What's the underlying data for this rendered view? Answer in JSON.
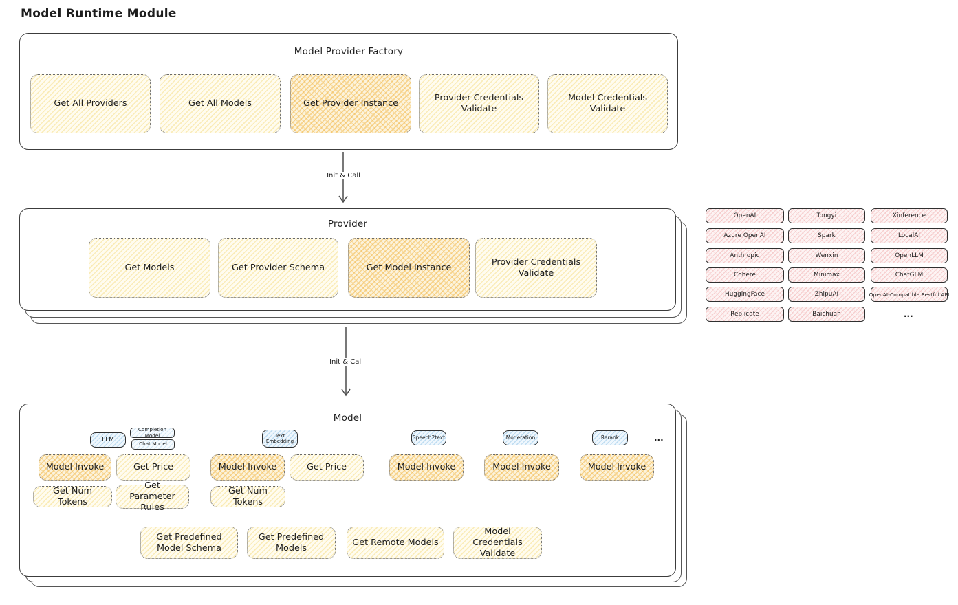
{
  "title": "Model Runtime Module",
  "arrows": {
    "first": "Init & Call",
    "second": "Init & Call"
  },
  "colors": {
    "yellow_hatch": "#f4db82",
    "orange_hatch": "#f2b84b",
    "pink_hatch": "#eea0a0",
    "blue_hatch": "#8dc1e5",
    "border_dark": "#3c3c3c",
    "text": "#1d1d1d"
  },
  "factory": {
    "title": "Model Provider Factory",
    "items": [
      {
        "label": "Get All Providers",
        "highlight": false
      },
      {
        "label": "Get All Models",
        "highlight": false
      },
      {
        "label": "Get Provider Instance",
        "highlight": true
      },
      {
        "label": "Provider Credentials Validate",
        "highlight": false
      },
      {
        "label": "Model Credentials Validate",
        "highlight": false
      }
    ]
  },
  "provider": {
    "title": "Provider",
    "items": [
      {
        "label": "Get Models",
        "highlight": false
      },
      {
        "label": "Get Provider Schema",
        "highlight": false
      },
      {
        "label": "Get Model Instance",
        "highlight": true
      },
      {
        "label": "Provider Credentials Validate",
        "highlight": false
      }
    ]
  },
  "providers_grid": {
    "items": [
      "OpenAI",
      "Tongyi",
      "Xinference",
      "Azure OpenAI",
      "Spark",
      "LocalAI",
      "Anthropic",
      "Wenxin",
      "OpenLLM",
      "Cohere",
      "Minimax",
      "ChatGLM",
      "HuggingFace",
      "ZhipuAI",
      "OpenAI-Compatible Restful API",
      "Replicate",
      "Baichuan"
    ],
    "ellipsis": "..."
  },
  "model": {
    "title": "Model",
    "tags": [
      {
        "label": "LLM"
      },
      {
        "label": "Completion Model"
      },
      {
        "label": "Chat Model"
      },
      {
        "label": "Text Embedding"
      },
      {
        "label": "Speech2text"
      },
      {
        "label": "Moderation"
      },
      {
        "label": "Rerank"
      }
    ],
    "ellipsis": "...",
    "ops_row1": [
      {
        "label": "Model Invoke",
        "highlight": true
      },
      {
        "label": "Get Price",
        "highlight": false
      },
      {
        "label": "Model Invoke",
        "highlight": true
      },
      {
        "label": "Get Price",
        "highlight": false
      },
      {
        "label": "Model Invoke",
        "highlight": true
      },
      {
        "label": "Model Invoke",
        "highlight": true
      },
      {
        "label": "Model Invoke",
        "highlight": true
      }
    ],
    "ops_row2": [
      {
        "label": "Get Num Tokens"
      },
      {
        "label": "Get Parameter Rules"
      },
      {
        "label": "Get Num Tokens"
      }
    ],
    "ops_row3": [
      {
        "label": "Get Predefined Model Schema"
      },
      {
        "label": "Get Predefined Models"
      },
      {
        "label": "Get Remote Models"
      },
      {
        "label": "Model Credentials Validate"
      }
    ]
  }
}
